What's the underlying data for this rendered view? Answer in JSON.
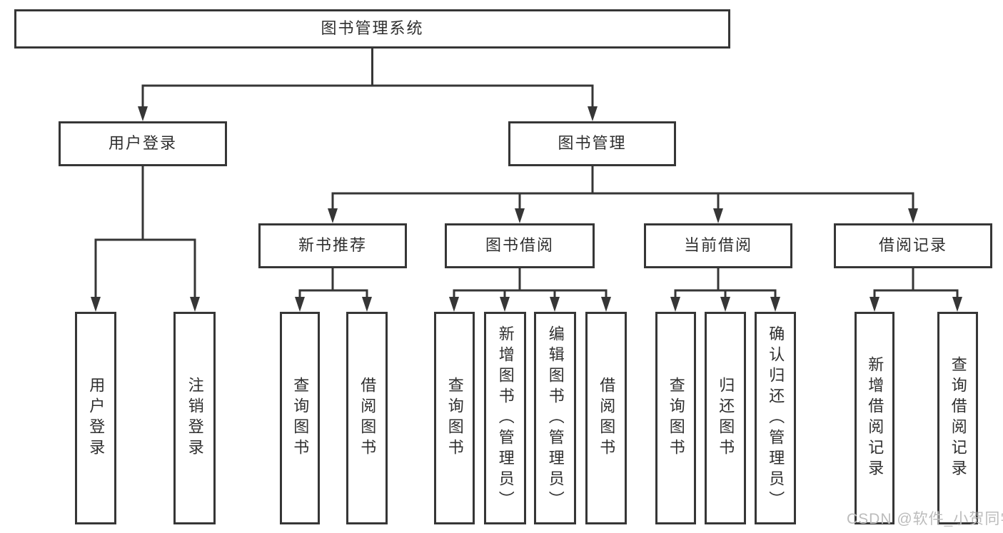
{
  "tree": {
    "root": {
      "label": "图书管理系统"
    },
    "level2": [
      {
        "label": "用户登录",
        "children": [
          {
            "label": "用户登录"
          },
          {
            "label": "注销登录"
          }
        ]
      },
      {
        "label": "图书管理",
        "modules": [
          {
            "label": "新书推荐",
            "children": [
              {
                "label": "查询图书"
              },
              {
                "label": "借阅图书"
              }
            ]
          },
          {
            "label": "图书借阅",
            "children": [
              {
                "label": "查询图书"
              },
              {
                "label": "新增图书（管理员）"
              },
              {
                "label": "编辑图书（管理员）"
              },
              {
                "label": "借阅图书"
              }
            ]
          },
          {
            "label": "当前借阅",
            "children": [
              {
                "label": "查询图书"
              },
              {
                "label": "归还图书"
              },
              {
                "label": "确认归还（管理员）"
              }
            ]
          },
          {
            "label": "借阅记录",
            "children": [
              {
                "label": "新增借阅记录"
              },
              {
                "label": "查询借阅记录"
              }
            ]
          }
        ]
      }
    ]
  },
  "watermark": "CSDN @软件_小贺同学",
  "colors": {
    "line": "#363636",
    "text": "#2f2f2f",
    "background": "#ffffff",
    "watermark": "#bcbcbc"
  }
}
